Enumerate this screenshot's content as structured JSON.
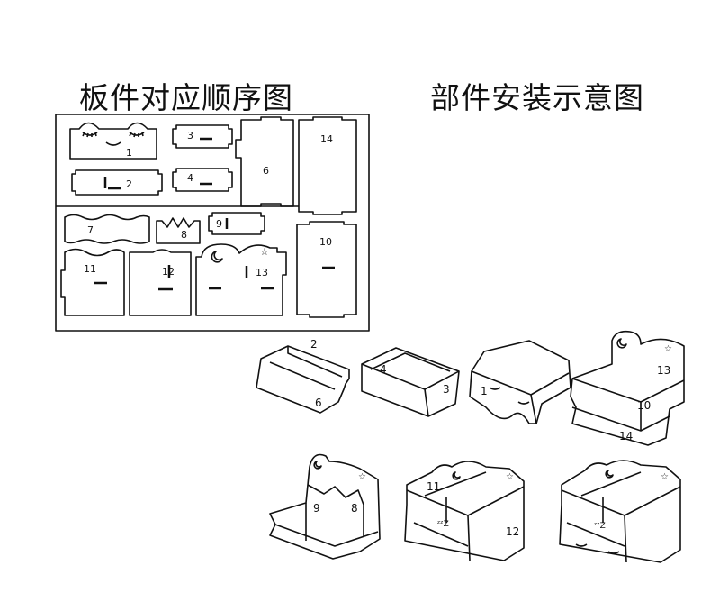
{
  "titles": {
    "left": "板件对应顺序图",
    "right": "部件安装示意图"
  },
  "panels": [
    {
      "id": "1",
      "label": "1",
      "shape": "face-panel"
    },
    {
      "id": "2",
      "label": "2",
      "shape": "rail"
    },
    {
      "id": "3",
      "label": "3",
      "shape": "small-rail"
    },
    {
      "id": "4",
      "label": "4",
      "shape": "small-rail"
    },
    {
      "id": "6",
      "label": "6",
      "shape": "board"
    },
    {
      "id": "7",
      "label": "7",
      "shape": "wavy-rail"
    },
    {
      "id": "8",
      "label": "8",
      "shape": "crown-piece"
    },
    {
      "id": "9",
      "label": "9",
      "shape": "small-rail"
    },
    {
      "id": "10",
      "label": "10",
      "shape": "board"
    },
    {
      "id": "11",
      "label": "11",
      "shape": "wall"
    },
    {
      "id": "12",
      "label": "12",
      "shape": "wall"
    },
    {
      "id": "13",
      "label": "13",
      "shape": "back-wall-with-moon"
    },
    {
      "id": "14",
      "label": "14",
      "shape": "board"
    }
  ],
  "steps": [
    {
      "step": 1,
      "labels": [
        "2",
        "6"
      ]
    },
    {
      "step": 2,
      "labels": [
        "4",
        "3"
      ]
    },
    {
      "step": 3,
      "labels": [
        "1"
      ]
    },
    {
      "step": 4,
      "labels": [
        "13",
        "10",
        "14"
      ]
    },
    {
      "step": 5,
      "labels": [
        "9",
        "8"
      ]
    },
    {
      "step": 6,
      "labels": [
        "11",
        "12"
      ]
    },
    {
      "step": 7,
      "labels": []
    }
  ]
}
